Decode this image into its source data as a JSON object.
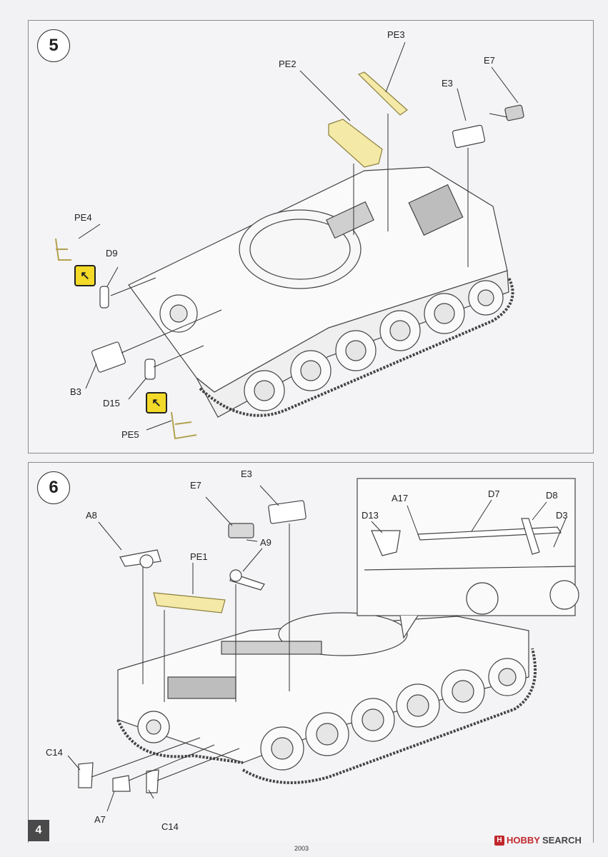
{
  "step5": {
    "number": "5",
    "labels": {
      "pe3": "PE3",
      "pe2": "PE2",
      "e7": "E7",
      "e3": "E3",
      "pe4": "PE4",
      "d9": "D9",
      "b3": "B3",
      "d15": "D15",
      "pe5": "PE5"
    }
  },
  "step6": {
    "number": "6",
    "labels": {
      "e3": "E3",
      "e7": "E7",
      "a8": "A8",
      "pe1": "PE1",
      "a9": "A9",
      "c14_top": "C14",
      "a7": "A7",
      "c14_bottom": "C14"
    },
    "detail_labels": {
      "a17": "A17",
      "d7": "D7",
      "d8": "D8",
      "d13": "D13",
      "d3": "D3"
    }
  },
  "page_number": "4",
  "footer_code": "2003",
  "watermark": {
    "brand_hobby": "HOBBY",
    "brand_search": "SEARCH",
    "icon": "hobby-search-logo"
  },
  "colors": {
    "photo_etch": "#f5e9a8",
    "icon_bg": "#f3d928",
    "page_badge": "#4a4a4a"
  }
}
